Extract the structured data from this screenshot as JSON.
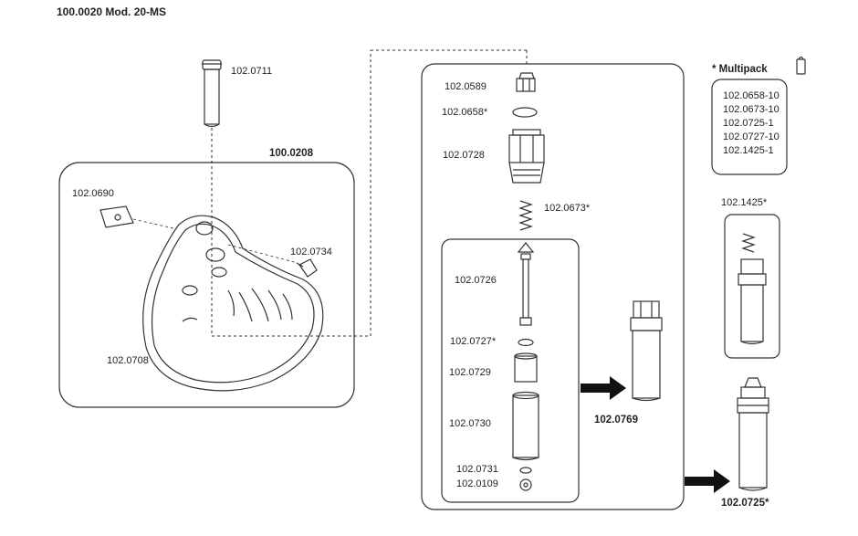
{
  "header": {
    "title": "100.0020 Mod. 20-MS"
  },
  "groups": {
    "bowl": "100.0208",
    "multipack_title": "* Multipack",
    "arrow_middle": "102.0769",
    "arrow_bottom": "102.0725*",
    "right_cartridge": "102.1425*"
  },
  "multipack_items": [
    "102.0658-10",
    "102.0673-10",
    "102.0725-1",
    "102.0727-10",
    "102.1425-1"
  ],
  "parts": {
    "p0711": "102.0711",
    "p0690": "102.0690",
    "p0734": "102.0734",
    "p0708": "102.0708",
    "p0589": "102.0589",
    "p0658": "102.0658*",
    "p0728": "102.0728",
    "p0673": "102.0673*",
    "p0726": "102.0726",
    "p0727": "102.0727*",
    "p0729": "102.0729",
    "p0730": "102.0730",
    "p0731": "102.0731",
    "p0109": "102.0109"
  }
}
